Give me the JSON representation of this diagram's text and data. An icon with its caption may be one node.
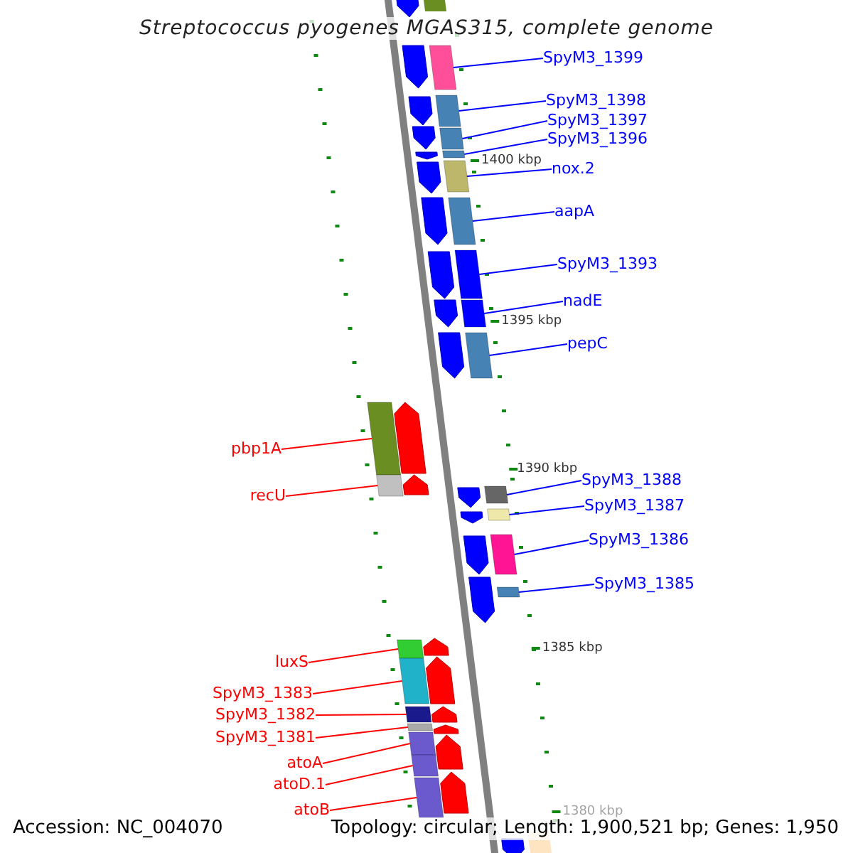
{
  "diagram": {
    "title": "Streptococcus pyogenes MGAS315, complete genome",
    "nodes": [
      {
        "text": [
          "SpyM3_1399"
        ]
      },
      {
        "text": [],
        "shape": "bar"
      },
      {
        "text": [
          "SpyM3_1398"
        ]
      },
      {
        "text": [],
        "shape": "bar"
      },
      {
        "text": [
          "SpyM3_1397"
        ]
      },
      {
        "text": [],
        "shape": "bar"
      },
      {
        "text": [
          "SpyM3_1396"
        ]
      },
      {
        "text": [],
        "shape": "bar"
      },
      {
        "text": [
          "nox.2"
        ]
      },
      {
        "text": [],
        "shape": "bar"
      },
      {
        "text": [
          "aapA"
        ]
      },
      {
        "text": [],
        "shape": "bar"
      },
      {
        "text": [
          "SpyM3_1393"
        ]
      },
      {
        "text": [],
        "shape": "bar"
      },
      {
        "text": [
          "nadE"
        ]
      },
      {
        "text": [],
        "shape": "bar"
      },
      {
        "text": [
          "pepC"
        ]
      },
      {
        "text": [],
        "shape": "bar"
      },
      {
        "text": [
          "SpyM3_1388"
        ]
      },
      {
        "text": [],
        "shape": "bar"
      },
      {
        "text": [
          "SpyM3_1387"
        ]
      },
      {
        "text": [],
        "shape": "bar"
      },
      {
        "text": [
          "SpyM3_1386"
        ]
      },
      {
        "text": [],
        "shape": "bar"
      },
      {
        "text": [
          "SpyM3_1385"
        ]
      },
      {
        "text": [],
        "shape": "bar"
      },
      {
        "text": [
          "pbp1A"
        ]
      },
      {
        "text": [],
        "shape": "bar"
      },
      {
        "text": [
          "recU"
        ]
      },
      {
        "text": [],
        "shape": "bar"
      },
      {
        "text": [
          "luxS"
        ]
      },
      {
        "text": [],
        "shape": "bar"
      },
      {
        "text": [
          "SpyM3_1383"
        ]
      },
      {
        "text": [],
        "shape": "bar"
      },
      {
        "text": [
          "SpyM3_1382"
        ]
      },
      {
        "text": [],
        "shape": "bar"
      },
      {
        "text": [
          "SpyM3_1381"
        ]
      },
      {
        "text": [],
        "shape": "bar"
      },
      {
        "text": [
          "atoA"
        ]
      },
      {
        "text": [],
        "shape": "bar"
      },
      {
        "text": [
          "atoD.1"
        ]
      },
      {
        "text": [],
        "shape": "bar"
      },
      {
        "text": [
          "atoB"
        ]
      },
      {
        "text": [],
        "shape": "bar"
      }
    ],
    "edges": [
      {
        "from": 0,
        "to": 1,
        "arrow": "none"
      },
      {
        "from": 2,
        "to": 3,
        "arrow": "none"
      },
      {
        "from": 4,
        "to": 5,
        "arrow": "none"
      },
      {
        "from": 6,
        "to": 7,
        "arrow": "none"
      },
      {
        "from": 8,
        "to": 9,
        "arrow": "none"
      },
      {
        "from": 10,
        "to": 11,
        "arrow": "none"
      },
      {
        "from": 12,
        "to": 13,
        "arrow": "none"
      },
      {
        "from": 14,
        "to": 15,
        "arrow": "none"
      },
      {
        "from": 16,
        "to": 17,
        "arrow": "none"
      },
      {
        "from": 18,
        "to": 19,
        "arrow": "none"
      },
      {
        "from": 20,
        "to": 21,
        "arrow": "none"
      },
      {
        "from": 22,
        "to": 23,
        "arrow": "none"
      },
      {
        "from": 24,
        "to": 25,
        "arrow": "none"
      },
      {
        "from": 26,
        "to": 27,
        "arrow": "none",
        "color": "#ff0000"
      },
      {
        "from": 28,
        "to": 29,
        "arrow": "none",
        "color": "#ff0000"
      },
      {
        "from": 30,
        "to": 31,
        "arrow": "none",
        "color": "#ff0000"
      },
      {
        "from": 32,
        "to": 33,
        "arrow": "none",
        "color": "#ff0000"
      },
      {
        "from": 34,
        "to": 35,
        "arrow": "none",
        "color": "#ff0000"
      },
      {
        "from": 36,
        "to": 37,
        "arrow": "none",
        "color": "#ff0000"
      },
      {
        "from": 38,
        "to": 39,
        "arrow": "none",
        "color": "#ff0000"
      },
      {
        "from": 40,
        "to": 41,
        "arrow": "none",
        "color": "#ff0000"
      },
      {
        "from": 42,
        "to": 43,
        "arrow": "none",
        "color": "#ff0000"
      }
    ],
    "labels": [
      "1400 kbp",
      "1395 kbp",
      "1390 kbp",
      "1385 kbp",
      "1380 kbp",
      "Accession: NC_004070",
      "Topology: circular; Length: 1,900,521 bp; Genes: 1,950"
    ]
  }
}
